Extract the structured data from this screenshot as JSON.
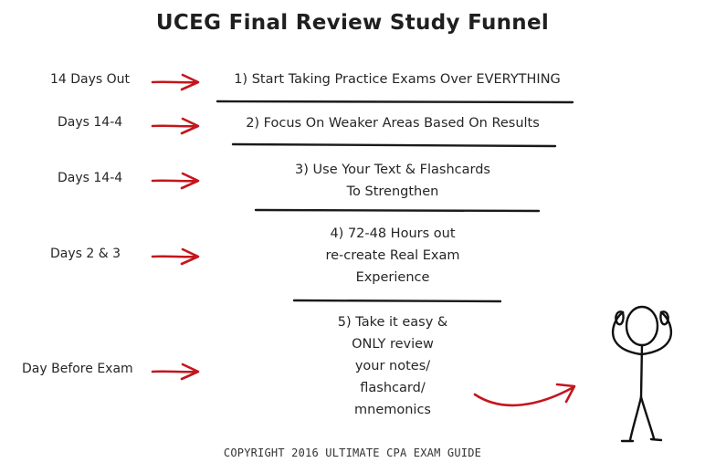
{
  "title": "UCEG Final Review Study Funnel",
  "colors": {
    "arrow": "#c4161c",
    "ink": "#222222"
  },
  "rows": [
    {
      "label": "14 Days Out",
      "step_lines": [
        "1) Start Taking Practice Exams Over EVERYTHING"
      ]
    },
    {
      "label": "Days 14-4",
      "step_lines": [
        "2) Focus On Weaker Areas Based On Results"
      ]
    },
    {
      "label": "Days 14-4",
      "step_lines": [
        "3) Use Your Text & Flashcards",
        "To Strengthen"
      ]
    },
    {
      "label": "Days 2 & 3",
      "step_lines": [
        "4) 72-48 Hours out",
        "re-create Real Exam",
        "Experience"
      ]
    },
    {
      "label": "Day Before Exam",
      "step_lines": [
        "5) Take it easy &",
        "ONLY review",
        "your notes/",
        "flashcard/",
        "mnemonics"
      ]
    }
  ],
  "icons": {
    "row_arrow": "right-arrow-icon",
    "figure": "stick-figure-flexing-icon",
    "curved_arrow": "curved-arrow-icon"
  },
  "copyright": "COPYRIGHT 2016 ULTIMATE CPA EXAM GUIDE"
}
